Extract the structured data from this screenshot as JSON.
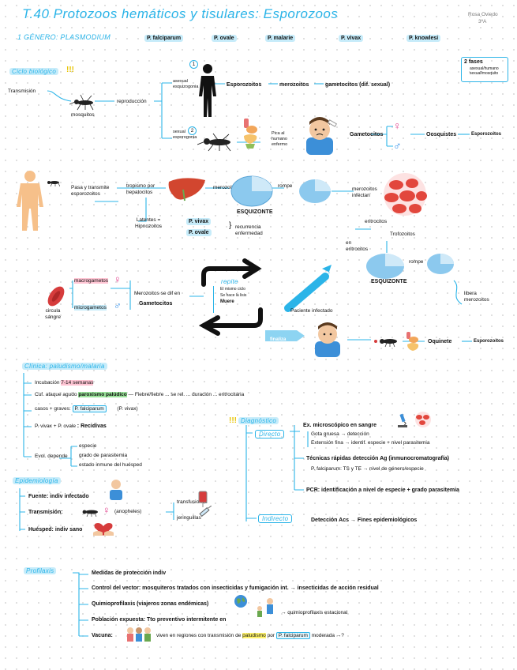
{
  "header": {
    "title": "T.40 Protozoos hemáticos y tisulares: Esporozoos",
    "author": "Rosa Oviedo",
    "group": "3ºA",
    "genus_label": "1 GÉNERO: PLASMODIUM",
    "species": [
      "P. falciparum",
      "P. ovale",
      "P. malarie",
      "P. vivax",
      "P. knowlesi"
    ]
  },
  "ciclo": {
    "title": "Ciclo biológico",
    "marks": "!!!",
    "phases_box": {
      "title": "2 fases",
      "items": [
        "asexual/humano",
        "sexual/mosquito"
      ]
    },
    "transmision": "Transmisión",
    "mosquitos": "mosquitos",
    "reproduccion": "reproducción",
    "asexual": "asexual esquizogonia",
    "sexual": "sexual esporogonia",
    "badge1": "1",
    "badge2": "2",
    "asexual_chain": [
      "Esporozoitos",
      "merozoitos",
      "gametocitos (dif. sexual)"
    ],
    "pica": "Pica al humano enfermo",
    "gametocitos": "Gametocitos",
    "oosquistes": "Oosquistes",
    "esporozoitos": "Esporozoitos",
    "pasa_sangre": "Pasa y transmite esporozoitos",
    "tropismo": "tropismo por hepatocitos",
    "latentes": "Latentes = Hipnozoitos",
    "pvivax": "P. vivax",
    "povale": "P. ovale",
    "recurrencia": "recurrencia enfermedad",
    "merozoitos": "merozoitos",
    "esquizonte": "ESQUIZONTE",
    "rompe": "rompe",
    "infectan": "merozoitos infectan",
    "eritrocitos": "eritrocitos",
    "trofozoitos": "Trofozoitos",
    "eritrocitos2": "en eritrocitos",
    "libera": "libera merozoitos",
    "circula_sangre": "circula sangre",
    "macrogametos": "macrogametos",
    "microgametos": "microgametos",
    "merozoitos_dif": "Merozoitos se dif en",
    "gametocitos2": "Gametocitos",
    "repite": "repite",
    "cycle_items": [
      "El mismo ciclo",
      "Se hace la lisis",
      "Muere"
    ],
    "paciente": "Paciente infectado",
    "finaliza": "finaliza",
    "oquinete": "Oquinete",
    "esporozoitos2": "Esporozoitos"
  },
  "clinica": {
    "title": "Clínica: paludismo/malaria",
    "incubacion": "Incubación",
    "incubacion_hl": "7-14 semanas",
    "ciclos": "Cuf. ataque agudo",
    "paroxismo": "paroxismo palúdico",
    "ciclos_rest": "— Fiebre/fiebre ... se rel. ... duración ... eritrocitaria",
    "graves": "casos + graves:",
    "falciparum": "P. falciparum",
    "vivax_paren": "(P. vivax)",
    "recidivas_sp": "P. vivax + P. ovale",
    "recidivas": ": Recidivas",
    "evol": "Evol. depende",
    "evol_items": [
      "especie",
      "grado de parasitemia",
      "estado inmune del huésped"
    ]
  },
  "epidemiologia": {
    "title": "Epidemiología",
    "fuente": "Fuente: indiv infectado",
    "transmision": "Transmisión:",
    "anopheles": "(anopheles)",
    "transfusiones": "transfusiones",
    "jeringuillas": "jeringuillas",
    "huesped": "Huésped: indiv sano"
  },
  "diagnostico": {
    "title": "Diagnóstico",
    "marks": "!!!",
    "directo": "Directo",
    "indirecto": "Indirecto",
    "microscopico": "Ex. microscópico en sangre",
    "gota": "Gota gruesa → detección",
    "extension": "Extensión fina → identif. especie + nivel parasitemia",
    "tecnicas": "Técnicas rápidas detección Ag (inmunocromatografía)",
    "tecnicas_detail": "P. falciparum: TS y TE → nivel de género/especie",
    "pcr": "PCR: identificación a nivel de especie + grado parasitemia",
    "deteccion": "Detección Acs → Fines epidemiológicos"
  },
  "profilaxis": {
    "title": "Profilaxis",
    "medidas": "Medidas de protección indiv",
    "control": "Control del vector: mosquiteros tratados con insecticidas y fumigación int. → insecticidas de acción residual",
    "quimio": "Quimioprofilaxis (viajeros zonas endémicas)",
    "poblacion": "Población expuesta: Tto preventivo intermitente en",
    "estacional": "→ quimioprofilaxis estacional",
    "vacuna": "Vacuna:",
    "vacuna_rest": "viven en regiones con transmisión de",
    "paludismo": "paludismo",
    "por": "por",
    "pfal": "P. falciparum",
    "moderada": "moderada →?"
  },
  "colors": {
    "accent": "#2bb4e8",
    "female": "#e0418c",
    "male": "#2b8ce8",
    "green": "#9be39b"
  }
}
